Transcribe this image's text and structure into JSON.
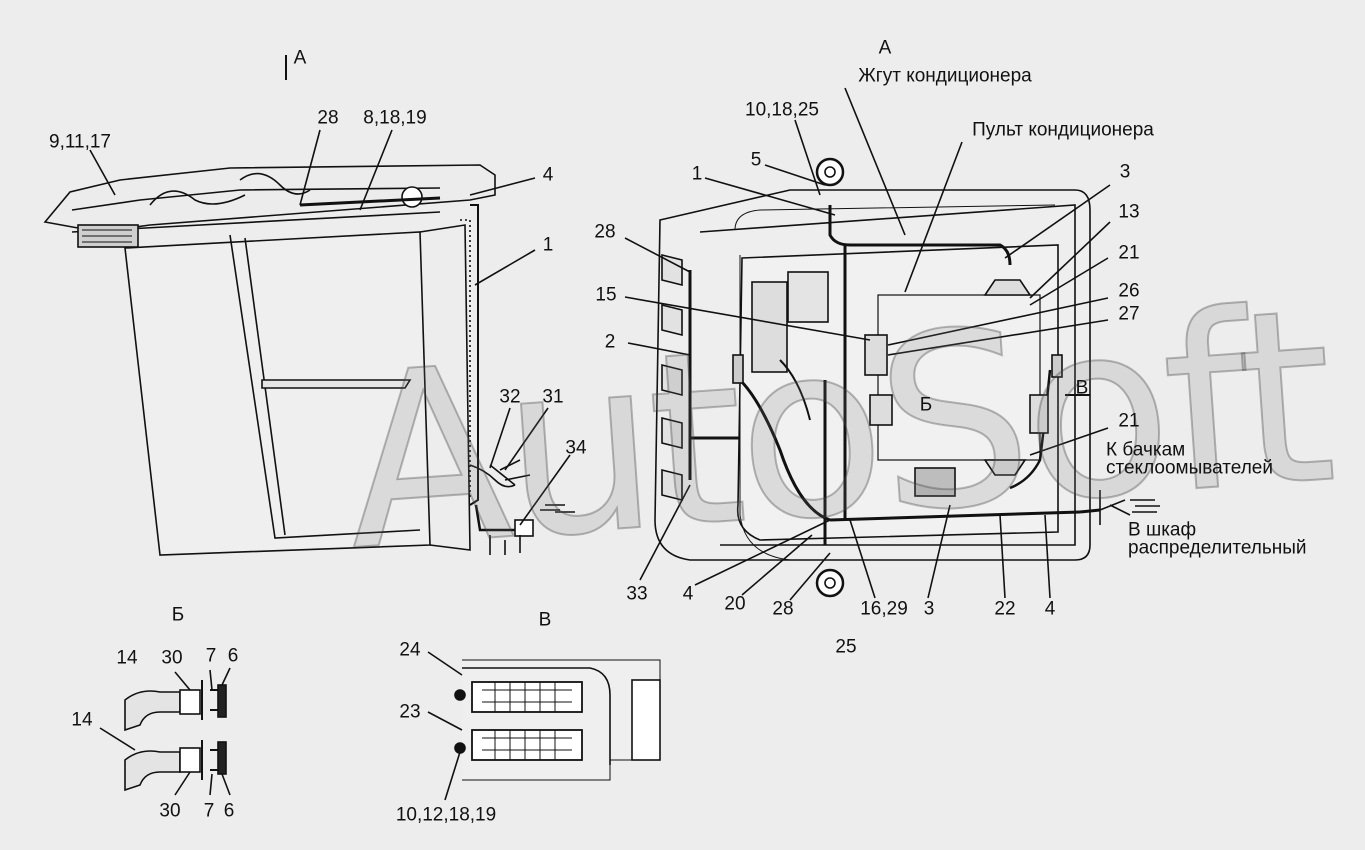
{
  "watermark": "AutoSoft",
  "view_labels": {
    "a_left": "А",
    "a_right": "А",
    "b": "Б",
    "v": "В",
    "b_side": "Б",
    "v_side": "В"
  },
  "notes": {
    "ac_harness": "Жгут кондиционера",
    "ac_panel": "Пульт кондиционера",
    "washer_1": "К бачкам",
    "washer_2": "стеклоомывателей",
    "cabinet_1": "В шкаф",
    "cabinet_2": "распределительный"
  },
  "left_view": {
    "c1": "9,11,17",
    "c2": "28",
    "c3": "8,18,19",
    "c4": "4",
    "c5": "1",
    "c6": "32",
    "c7": "31",
    "c8": "34"
  },
  "right_view": {
    "r1": "10,18,25",
    "r2": "5",
    "r3": "1",
    "r4": "28",
    "r5": "15",
    "r6": "2",
    "r7": "33",
    "r8": "4",
    "r9": "20",
    "r10": "28",
    "r11": "25",
    "r12": "16,29",
    "r13": "3",
    "r14": "22",
    "r15": "4",
    "r16": "3",
    "r17": "13",
    "r18": "21",
    "r19": "26",
    "r20": "27",
    "r21": "21"
  },
  "detail_b": {
    "d1": "14",
    "d2": "30",
    "d3": "7",
    "d4": "6",
    "d5": "14",
    "d6": "30",
    "d7": "7",
    "d8": "6"
  },
  "detail_v": {
    "e1": "24",
    "e2": "23",
    "e3": "10,12,18,19"
  }
}
